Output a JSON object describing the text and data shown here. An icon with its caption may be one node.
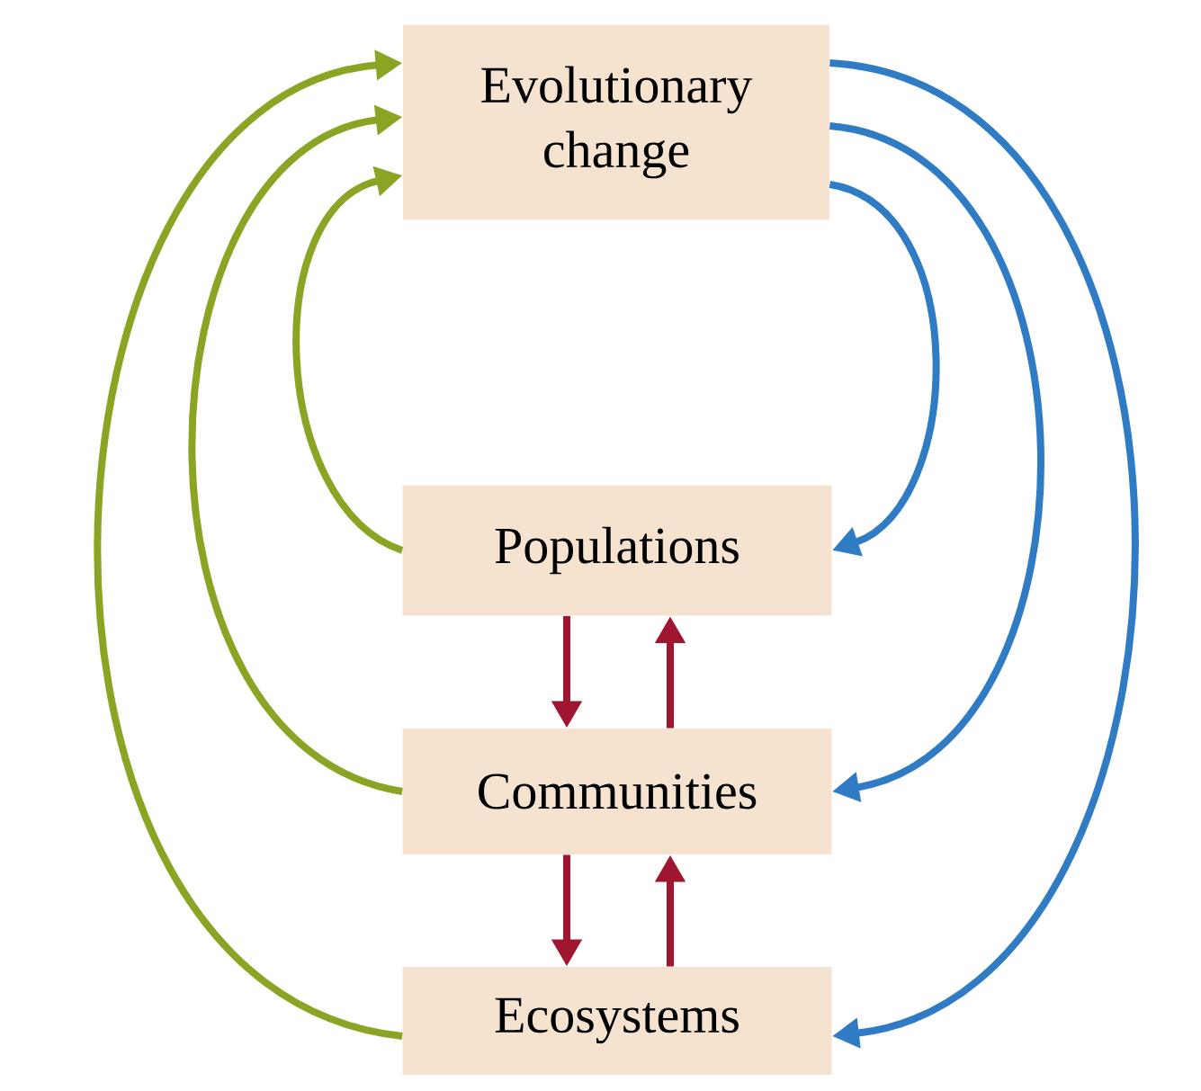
{
  "diagram": {
    "nodes": [
      {
        "text": [
          "Evolutionary change"
        ]
      },
      {
        "text": [
          "Populations"
        ]
      },
      {
        "text": [
          "Communities"
        ]
      },
      {
        "text": [
          "Ecosystems"
        ]
      }
    ],
    "edges": [
      {
        "from": 1,
        "to": 0,
        "arrow": "to",
        "color": "#8aa524"
      },
      {
        "from": 2,
        "to": 0,
        "arrow": "to",
        "color": "#8aa524"
      },
      {
        "from": 3,
        "to": 0,
        "arrow": "to",
        "color": "#8aa524"
      },
      {
        "from": 0,
        "to": 1,
        "arrow": "to",
        "color": "#2f7bc4"
      },
      {
        "from": 0,
        "to": 2,
        "arrow": "to",
        "color": "#2f7bc4"
      },
      {
        "from": 0,
        "to": 3,
        "arrow": "to",
        "color": "#2f7bc4"
      },
      {
        "from": 1,
        "to": 2,
        "arrow": "to",
        "color": "#a01530"
      },
      {
        "from": 2,
        "to": 1,
        "arrow": "to",
        "color": "#a01530"
      },
      {
        "from": 2,
        "to": 3,
        "arrow": "to",
        "color": "#a01530"
      },
      {
        "from": 3,
        "to": 2,
        "arrow": "to",
        "color": "#a01530"
      }
    ]
  }
}
